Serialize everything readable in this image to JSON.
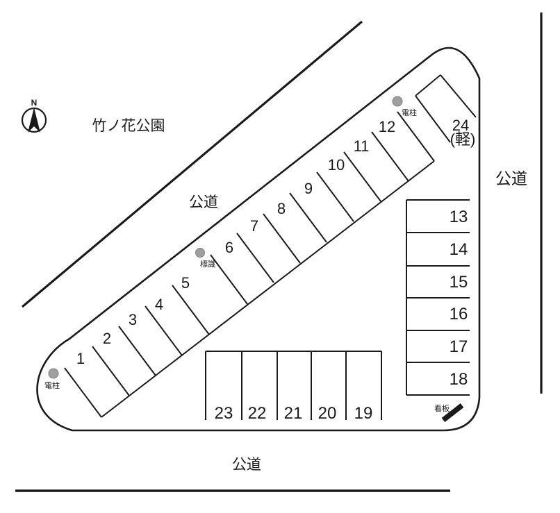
{
  "labels": {
    "park": "竹ノ花公園",
    "road_nw": "公道",
    "road_e": "公道",
    "road_s": "公道",
    "compass_n": "N"
  },
  "markers": {
    "pole_sw": "電柱",
    "pole_ne": "電柱",
    "sign": "標識",
    "board": "看板"
  },
  "spaces": {
    "diagonal": [
      "1",
      "2",
      "3",
      "4",
      "5",
      "6",
      "7",
      "8",
      "9",
      "10",
      "11",
      "12"
    ],
    "east": [
      "13",
      "14",
      "15",
      "16",
      "17",
      "18"
    ],
    "south": [
      "23",
      "22",
      "21",
      "20",
      "19"
    ],
    "kei_number": "24",
    "kei_note": "(軽)"
  },
  "colors": {
    "ink": "#1a1a1a",
    "gray": "#9e9e9e",
    "bg": "#ffffff"
  }
}
